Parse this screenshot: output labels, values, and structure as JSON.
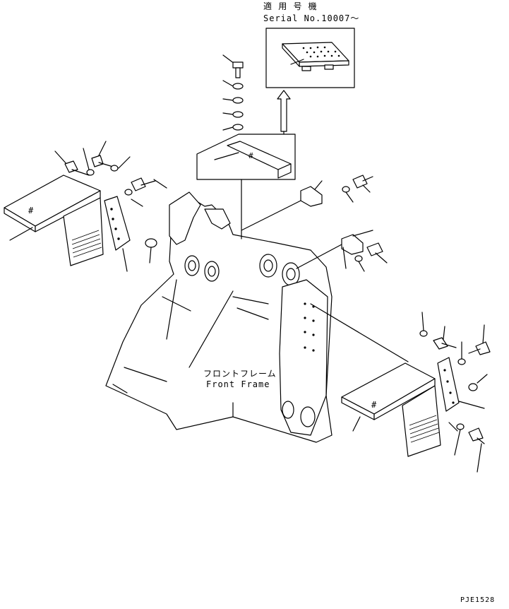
{
  "serial_box": {
    "heading_jp": "適 用 号 機",
    "serial_text": "Serial No.10007～"
  },
  "frame_label": {
    "jp": "フロントフレーム",
    "en": "Front Frame"
  },
  "drawing_code": "PJE1528",
  "step_marker": "#"
}
